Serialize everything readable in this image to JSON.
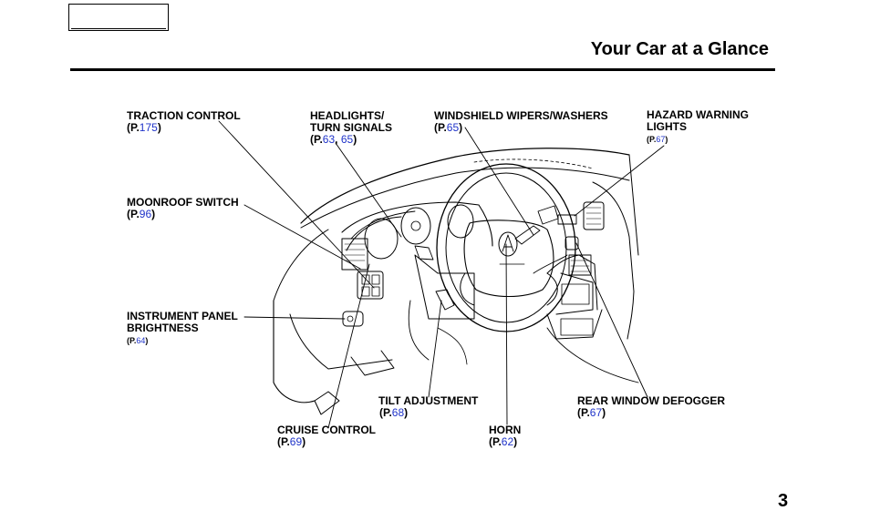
{
  "header": {
    "title": "Your Car at a Glance",
    "page_number": "3"
  },
  "labels": {
    "traction_control": {
      "title_lines": [
        "TRACTION CONTROL"
      ],
      "prefix": "(P.",
      "pages": [
        "175"
      ],
      "suffix": ")"
    },
    "headlights": {
      "title_lines": [
        "HEADLIGHTS/",
        "TURN SIGNALS"
      ],
      "prefix": "(P.",
      "pages": [
        "63",
        "65"
      ],
      "separator": ", ",
      "suffix": ")"
    },
    "wipers": {
      "title_lines": [
        "WINDSHIELD WIPERS/WASHERS"
      ],
      "prefix": "(P.",
      "pages": [
        "65"
      ],
      "suffix": ")"
    },
    "hazard": {
      "title_lines": [
        "HAZARD WARNING",
        "LIGHTS"
      ],
      "prefix": "(P.",
      "pages": [
        "67"
      ],
      "suffix": ")"
    },
    "moonroof": {
      "title_lines": [
        "MOONROOF SWITCH"
      ],
      "prefix": "(P.",
      "pages": [
        "96"
      ],
      "suffix": ")"
    },
    "panel_brightness": {
      "title_lines": [
        "INSTRUMENT PANEL",
        "BRIGHTNESS"
      ],
      "prefix": "(P.",
      "pages": [
        "64"
      ],
      "suffix": ")"
    },
    "tilt": {
      "title_lines": [
        "TILT ADJUSTMENT"
      ],
      "prefix": "(P.",
      "pages": [
        "68"
      ],
      "suffix": ")"
    },
    "rear_defogger": {
      "title_lines": [
        "REAR WINDOW DEFOGGER"
      ],
      "prefix": "(P.",
      "pages": [
        "67"
      ],
      "suffix": ")"
    },
    "cruise": {
      "title_lines": [
        "CRUISE CONTROL"
      ],
      "prefix": "(P.",
      "pages": [
        "69"
      ],
      "suffix": ")"
    },
    "horn": {
      "title_lines": [
        "HORN"
      ],
      "prefix": "(P.",
      "pages": [
        "62"
      ],
      "suffix": ")"
    }
  },
  "colors": {
    "page_link": "#1f33c9",
    "text": "#000000"
  }
}
